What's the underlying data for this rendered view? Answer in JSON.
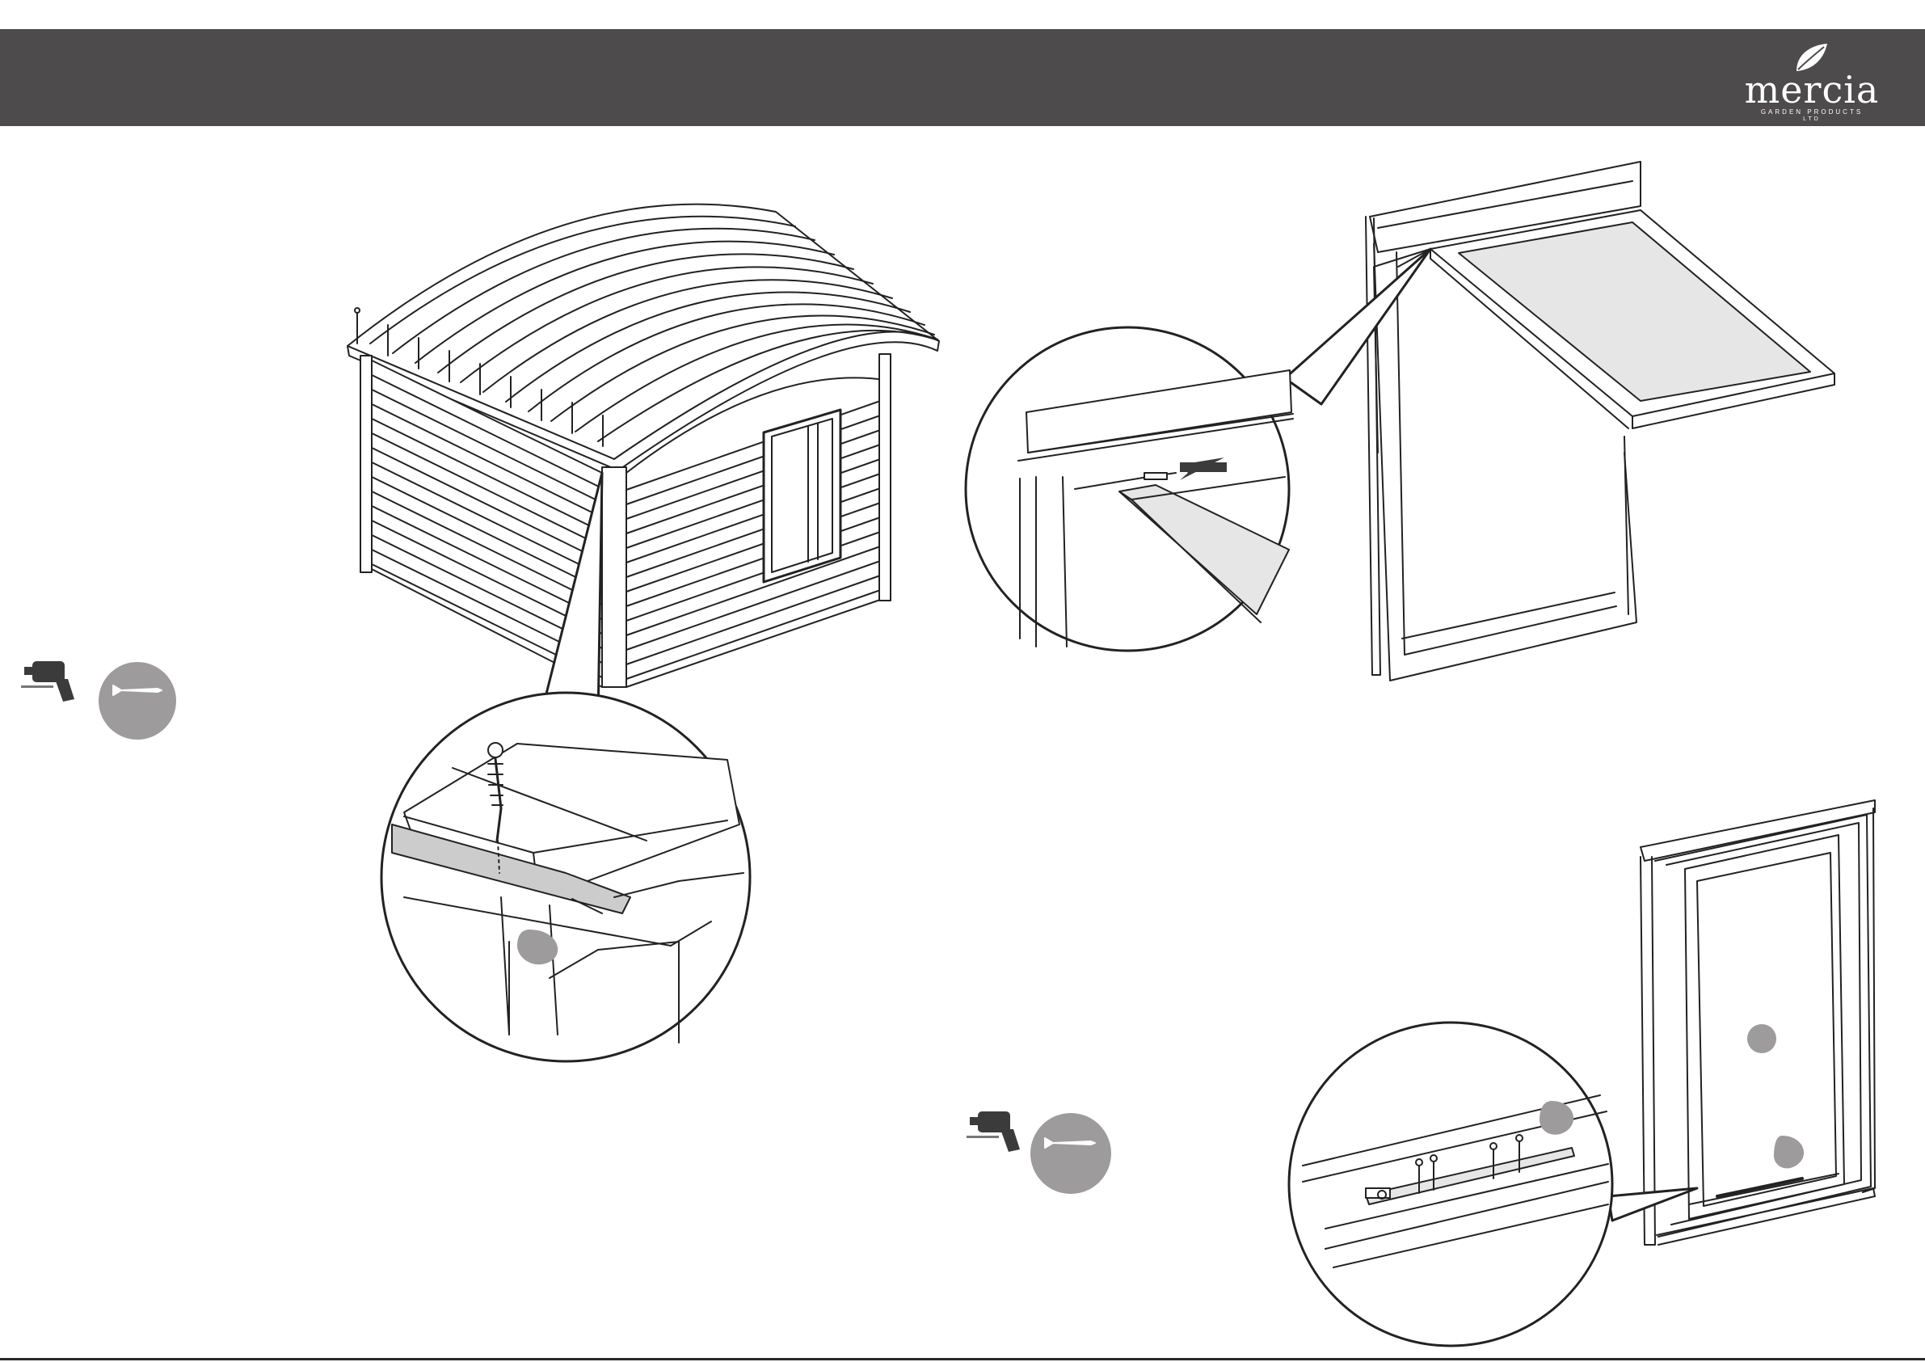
{
  "header": {
    "brand": "mercia",
    "tagline": "GARDEN PRODUCTS",
    "suffix": "LTD",
    "background": "#4d4b4c"
  },
  "icons": {
    "step1_tools": [
      "drill-icon",
      "screw-icon"
    ],
    "step2_tools": [
      "drill-icon",
      "screw-icon"
    ]
  },
  "colors": {
    "callout_fill": "#9d9b9c",
    "panel_fill": "#e6e6e6",
    "line": "#222222"
  }
}
